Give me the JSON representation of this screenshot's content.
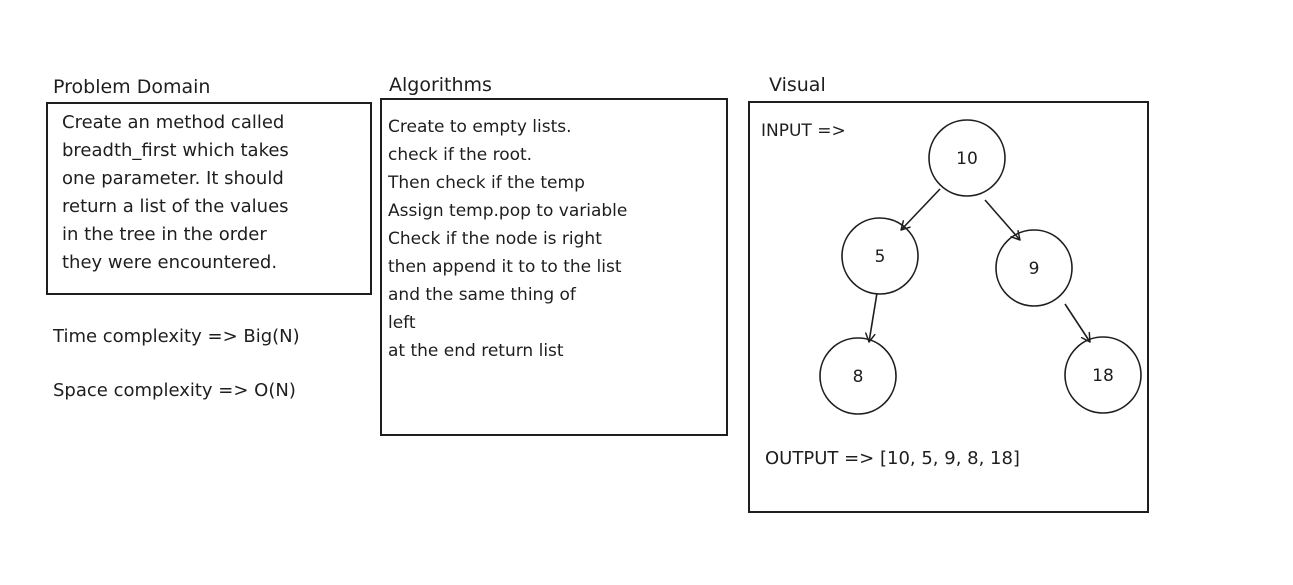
{
  "problem_domain": {
    "title": "Problem Domain",
    "lines": [
      "Create an method called",
      "breadth_first which takes",
      "one parameter. It should",
      "return a list of the values",
      "in the tree in the order",
      "they were encountered."
    ],
    "time_complexity": "Time complexity => Big(N)",
    "space_complexity": "Space complexity => O(N)"
  },
  "algorithms": {
    "title": "Algorithms",
    "lines": [
      "Create to empty lists.",
      "check if the root.",
      "Then check if the temp",
      "Assign temp.pop to variable",
      "Check if the node is right",
      "then append it to to the list",
      "and the same thing of",
      "left",
      "at the end return list"
    ]
  },
  "visual": {
    "title": "Visual",
    "input_label": "INPUT =>",
    "output_label": "OUTPUT => [10, 5, 9, 8, 18]",
    "nodes": [
      "10",
      "5",
      "9",
      "8",
      "18"
    ]
  }
}
